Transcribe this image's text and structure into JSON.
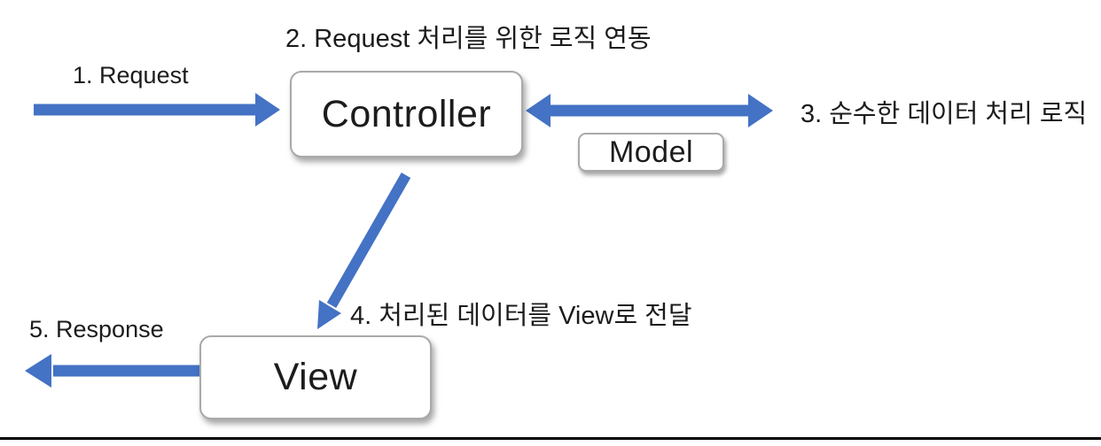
{
  "nodes": {
    "controller": {
      "label": "Controller"
    },
    "model": {
      "label": "Model"
    },
    "view": {
      "label": "View"
    }
  },
  "annotations": {
    "step1": {
      "text": "1. Request"
    },
    "step2": {
      "text": "2. Request 처리를 위한 로직 연동"
    },
    "step3": {
      "text": "3. 순수한 데이터 처리 로직"
    },
    "step4": {
      "text": "4. 처리된 데이터를 View로 전달"
    },
    "step5": {
      "text": "5. Response"
    }
  },
  "colors": {
    "arrow": "#4472C4",
    "text": "#1c1c1c",
    "node_border": "#a9a9a9",
    "node_fill": "#ffffff",
    "bottom_rule": "#000000"
  }
}
